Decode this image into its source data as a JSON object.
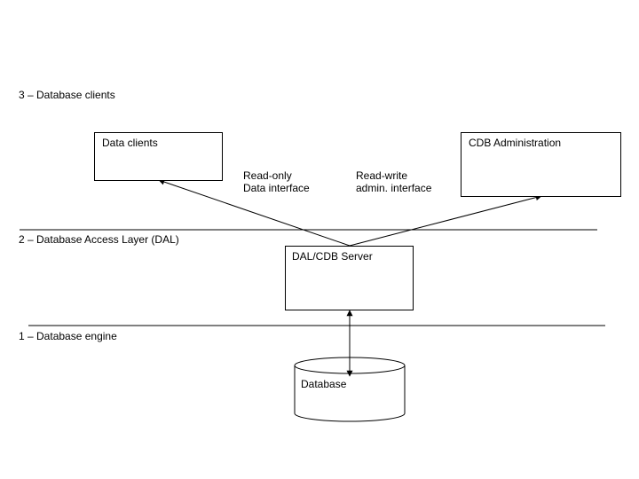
{
  "layers": {
    "clients": "3 – Database clients",
    "dal": "2 – Database Access Layer (DAL)",
    "engine": "1 – Database engine"
  },
  "boxes": {
    "data_clients": "Data clients",
    "cdb_admin": "CDB Administration",
    "server": "DAL/CDB Server",
    "database": "Database"
  },
  "edges": {
    "readonly": {
      "line1": "Read-only",
      "line2": "Data interface"
    },
    "readwrite": {
      "line1": "Read-write",
      "line2": "admin. interface"
    }
  },
  "colors": {
    "line": "#000000",
    "background": "#ffffff"
  }
}
